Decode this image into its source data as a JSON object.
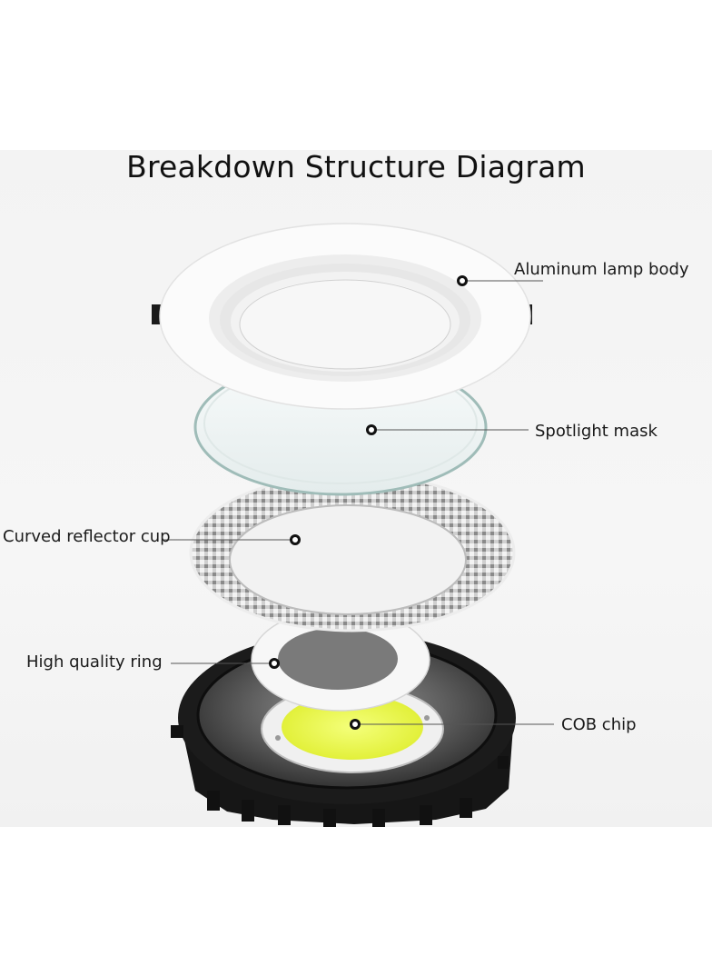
{
  "title": "Breakdown Structure Diagram",
  "labels": {
    "lamp_body": "Aluminum lamp body",
    "spotlight_mask": "Spotlight mask",
    "reflector_cup": "Curved reflector cup",
    "ring": "High quality ring",
    "cob_chip": "COB chip"
  }
}
